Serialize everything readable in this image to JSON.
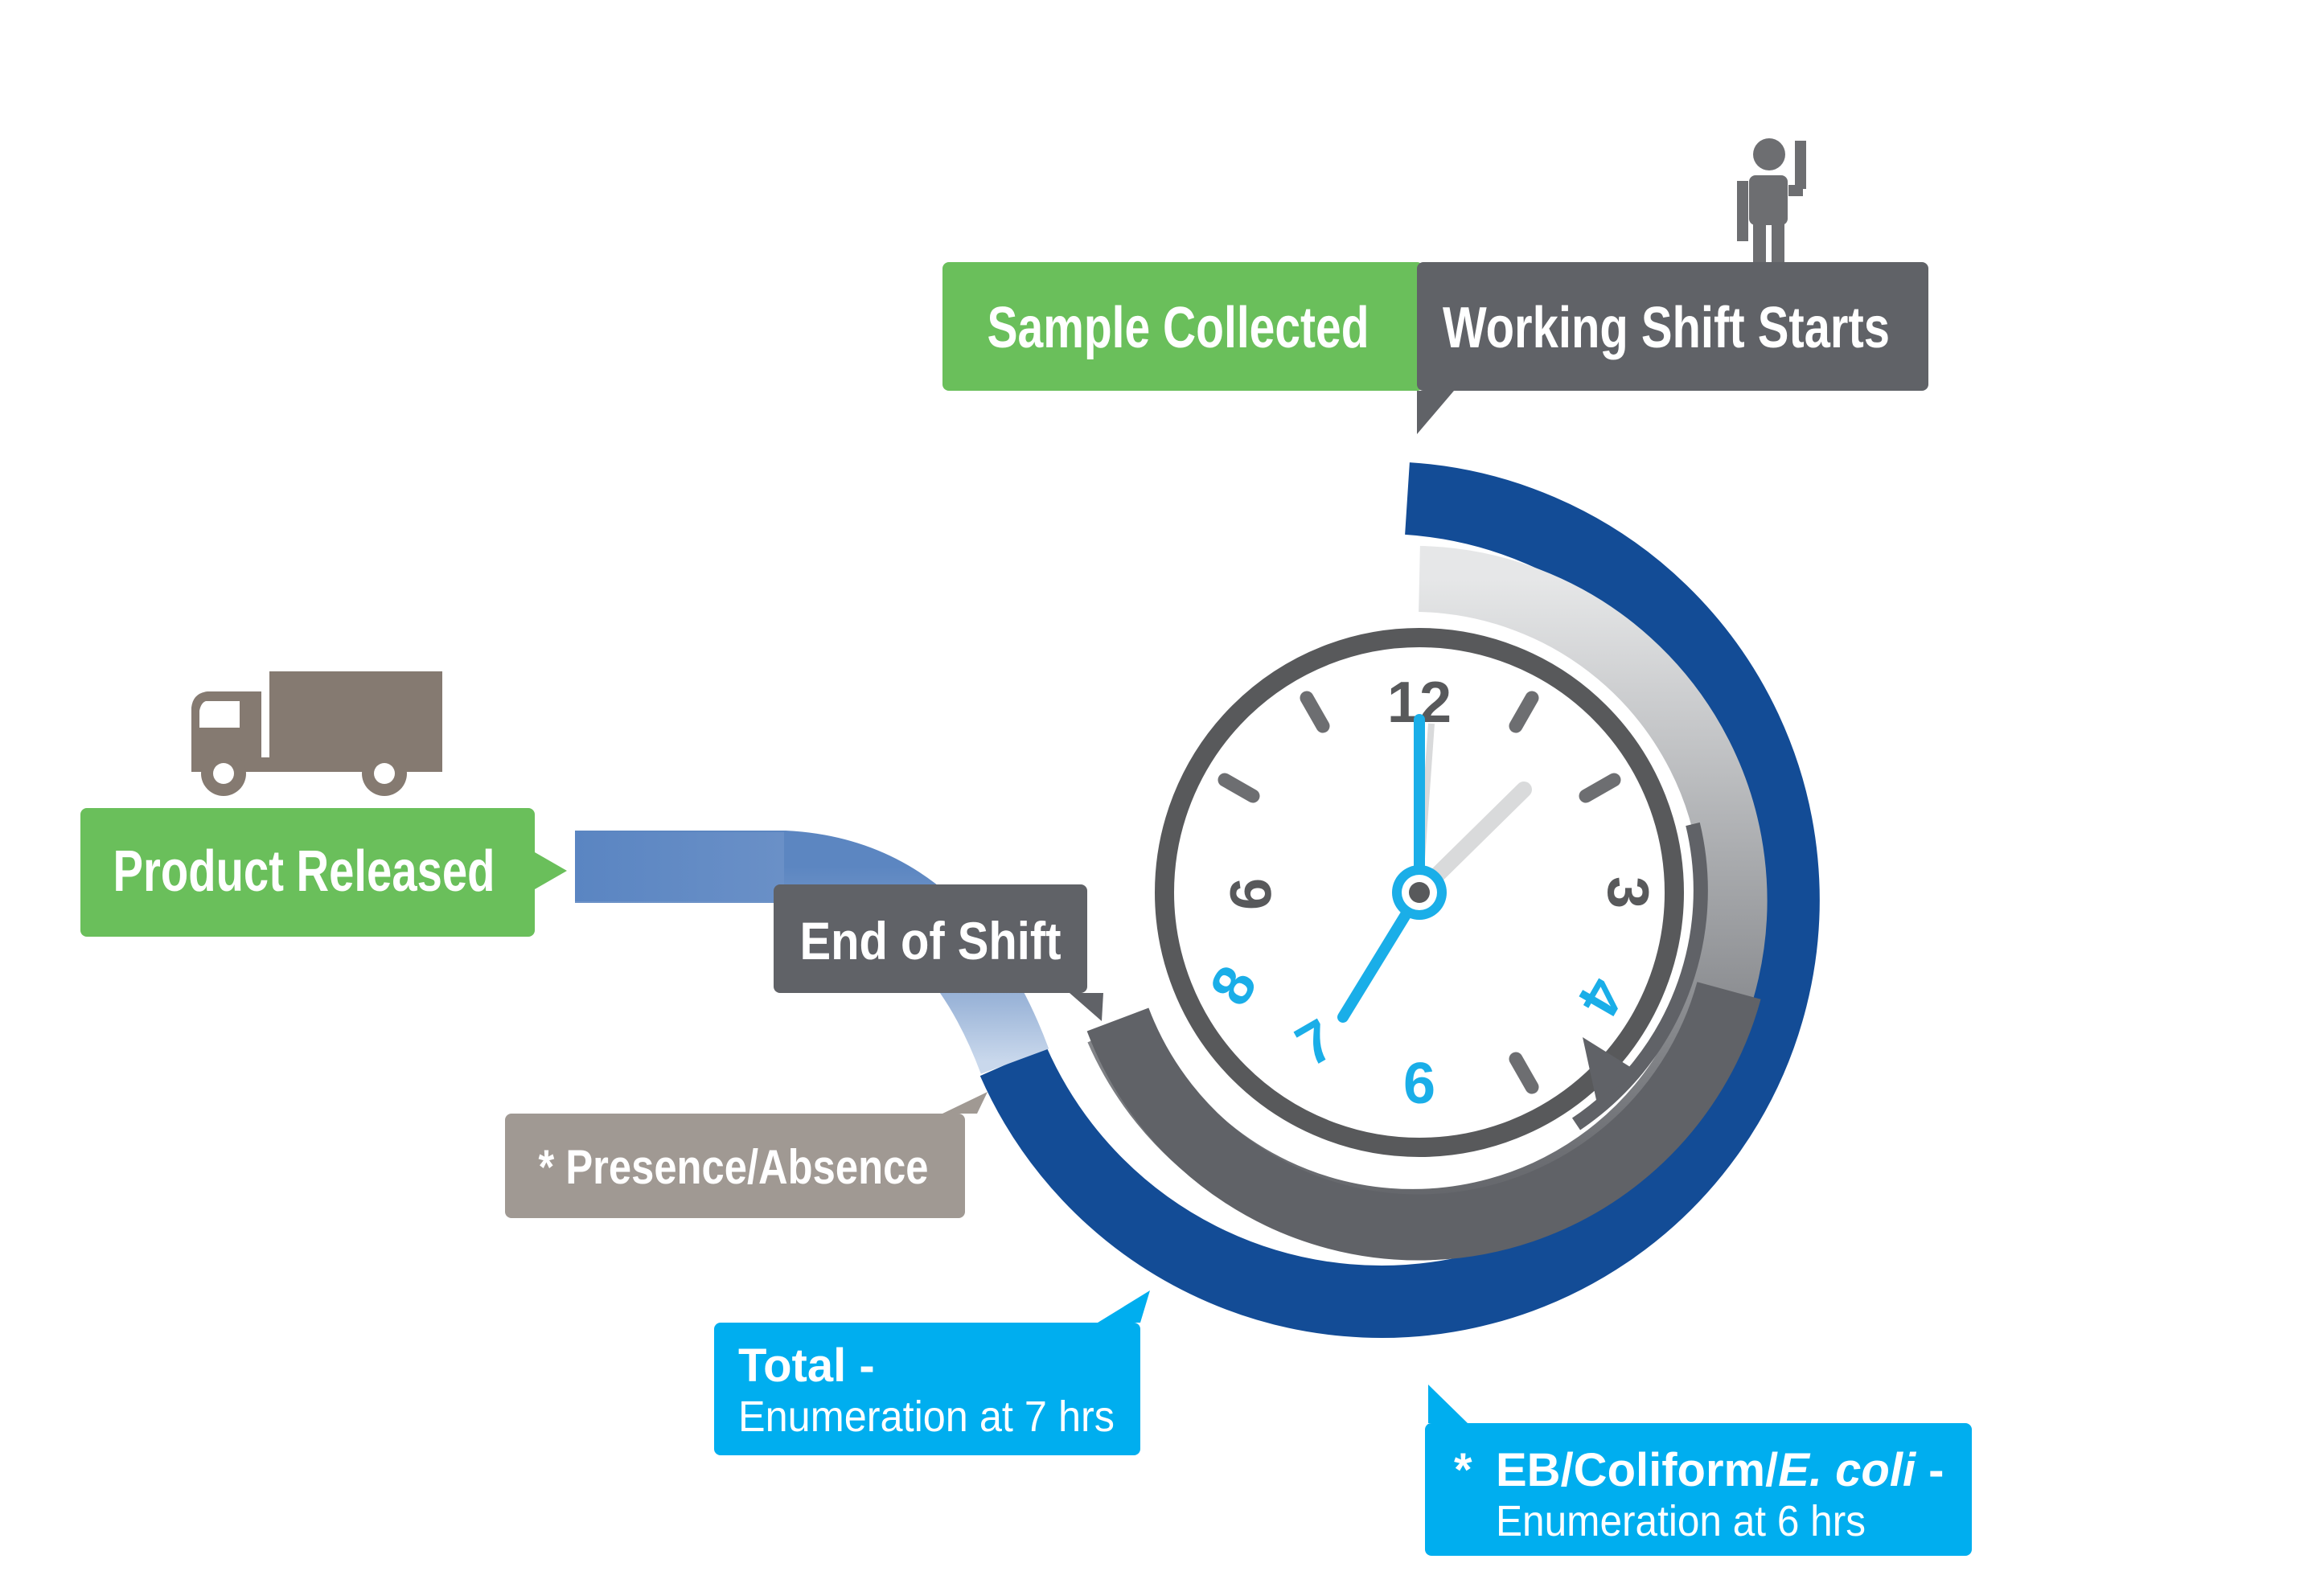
{
  "labels": {
    "sample_collected": "Sample Collected",
    "working_shift_starts": "Working Shift Starts",
    "product_released": "Product Released",
    "end_of_shift": "End of Shift",
    "presence_absence": "* Presence/Absence",
    "total_title": "Total -",
    "total_sub": "Enumeration at 7 hrs",
    "eb_star": "*",
    "eb_title_a": "EB/Coliform/",
    "eb_title_b": "E. coli",
    "eb_title_c": " -",
    "eb_sub": "Enumeration at 6 hrs"
  },
  "clock": {
    "numerals": [
      "12",
      "3",
      "4",
      "6",
      "7",
      "8",
      "9"
    ],
    "hour_hand": 7,
    "minute_hand": 0
  },
  "colors": {
    "green": "#6abf5b",
    "dark_gray": "#606267",
    "navy": "#134c96",
    "light_blue": "#1aaee8",
    "cyan_box": "#00aeef",
    "taupe": "#a09993",
    "truck": "#857a71",
    "person": "#6d6e71"
  },
  "icons": [
    "person-waving-icon",
    "truck-icon",
    "clock-icon"
  ]
}
